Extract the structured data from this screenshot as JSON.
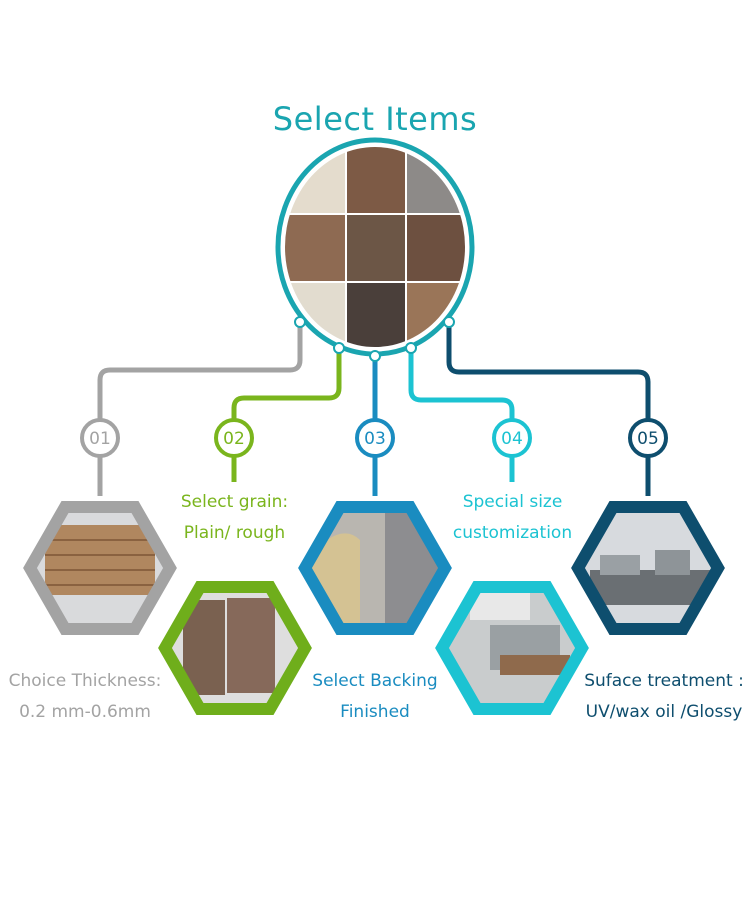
{
  "title": "Select Items",
  "colors": {
    "title": "#1aa5b0",
    "step1": "#a3a3a3",
    "step2": "#7ab51d",
    "step3": "#1a8cc0",
    "step4": "#1cc3d2",
    "step5": "#0e4e6e"
  },
  "steps": [
    {
      "number": "01",
      "line1": "Choice Thickness:",
      "line2": "0.2 mm-0.6mm"
    },
    {
      "number": "02",
      "line1": "Select grain:",
      "line2": "Plain/ rough"
    },
    {
      "number": "03",
      "line1": "Select Backing",
      "line2": "Finished"
    },
    {
      "number": "04",
      "line1": "Special size",
      "line2": "customization"
    },
    {
      "number": "05",
      "line1": "Suface treatment :",
      "line2": "UV/wax oil /Glossy"
    }
  ]
}
